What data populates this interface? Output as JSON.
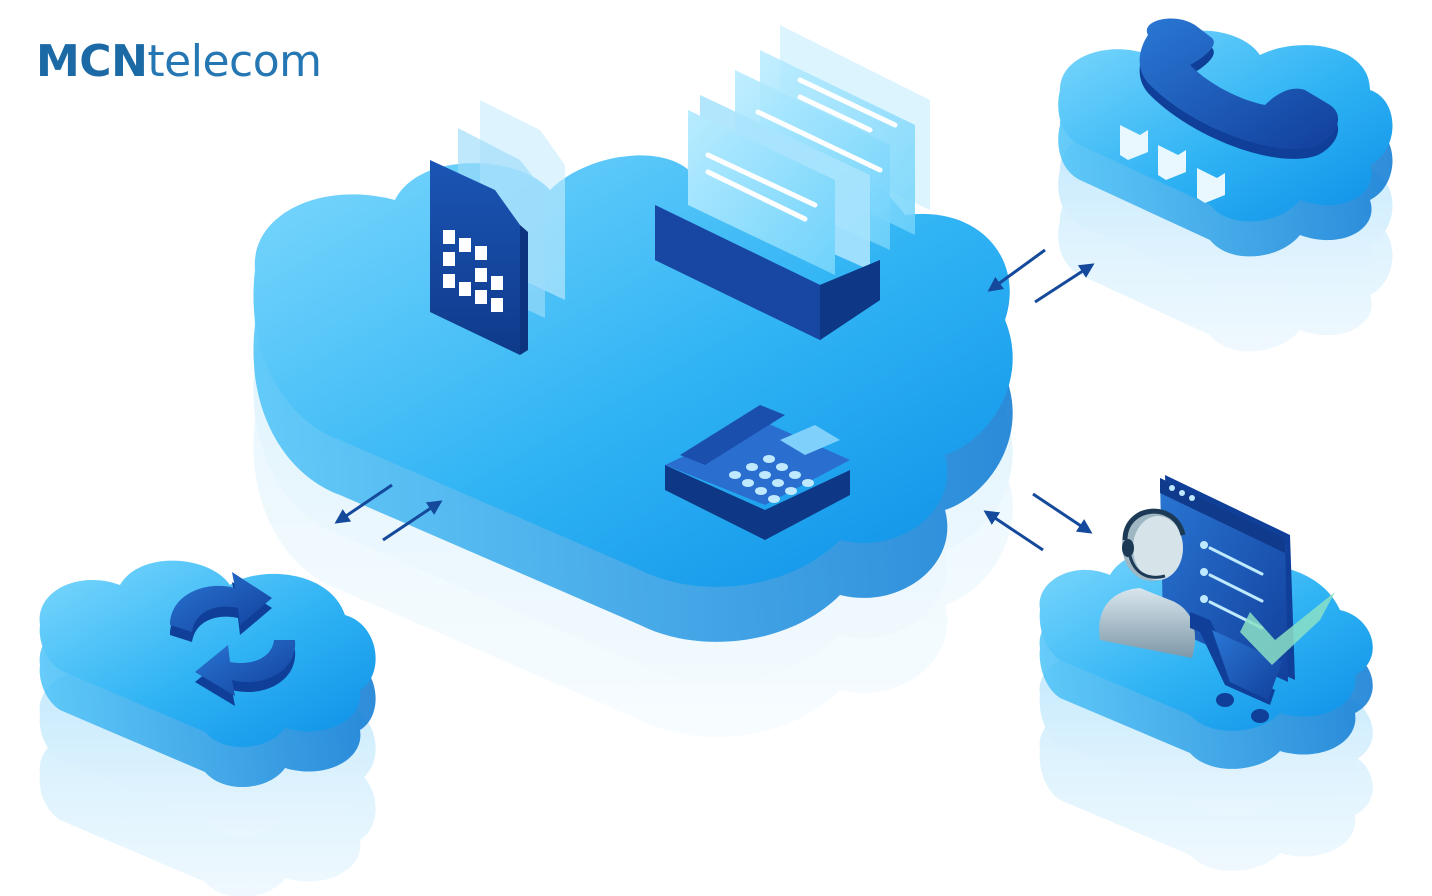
{
  "brand": {
    "bold": "MCN",
    "light": "telecom"
  },
  "colors": {
    "brand_text": "#1c6aa5",
    "cloud_light": "#6fd0fb",
    "cloud_mid": "#1fa8f0",
    "cloud_dark": "#0a6fc4",
    "icon_dark": "#1647a8",
    "arrow": "#14499b"
  },
  "nodes": [
    {
      "id": "central-cloud",
      "icons": [
        "sim-card-icon",
        "fax-document-icon",
        "desk-phone-icon"
      ]
    },
    {
      "id": "top-right-cloud",
      "icons": [
        "phone-handset-icon"
      ]
    },
    {
      "id": "bottom-left-cloud",
      "icons": [
        "sync-icon"
      ]
    },
    {
      "id": "bottom-right-cloud",
      "icons": [
        "operator-headset-icon",
        "web-window-icon",
        "shopping-cart-icon",
        "checkmark-icon"
      ]
    }
  ],
  "links": [
    {
      "from": "central-cloud",
      "to": "top-right-cloud",
      "direction": "bidirectional"
    },
    {
      "from": "central-cloud",
      "to": "bottom-left-cloud",
      "direction": "bidirectional"
    },
    {
      "from": "central-cloud",
      "to": "bottom-right-cloud",
      "direction": "bidirectional"
    }
  ]
}
